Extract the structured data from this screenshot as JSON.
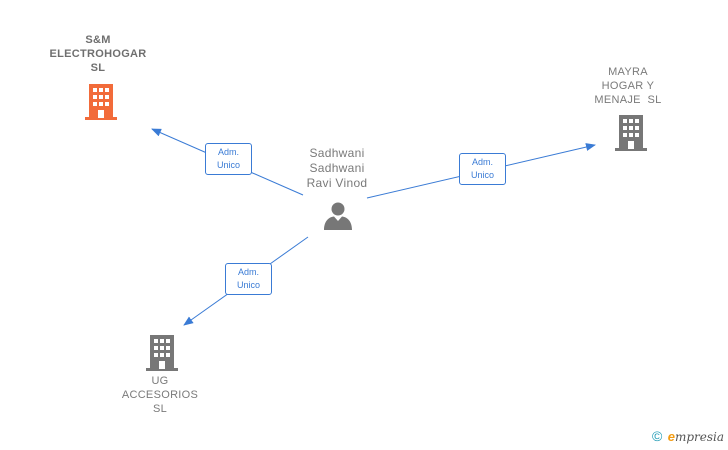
{
  "nodes": {
    "company_sm": {
      "lines": [
        "S&M",
        "ELECTROHOGAR",
        "SL"
      ],
      "color": "#f26b3a"
    },
    "company_mayra": {
      "lines": [
        "MAYRA",
        "HOGAR Y",
        "MENAJE  SL"
      ],
      "color": "#777777"
    },
    "company_ug": {
      "lines": [
        "UG",
        "ACCESORIOS",
        "SL"
      ],
      "color": "#777777"
    },
    "person": {
      "lines": [
        "Sadhwani",
        "Sadhwani",
        "Ravi Vinod"
      ],
      "color": "#777777"
    }
  },
  "edges": {
    "to_sm": {
      "lines": [
        "Adm.",
        "Unico"
      ]
    },
    "to_mayra": {
      "lines": [
        "Adm.",
        "Unico"
      ]
    },
    "to_ug": {
      "lines": [
        "Adm.",
        "Unico"
      ]
    }
  },
  "colors": {
    "edge": "#3a7bd5"
  },
  "footer": {
    "copyright": "©",
    "brand_initial": "e",
    "brand_rest": "mpresia"
  }
}
